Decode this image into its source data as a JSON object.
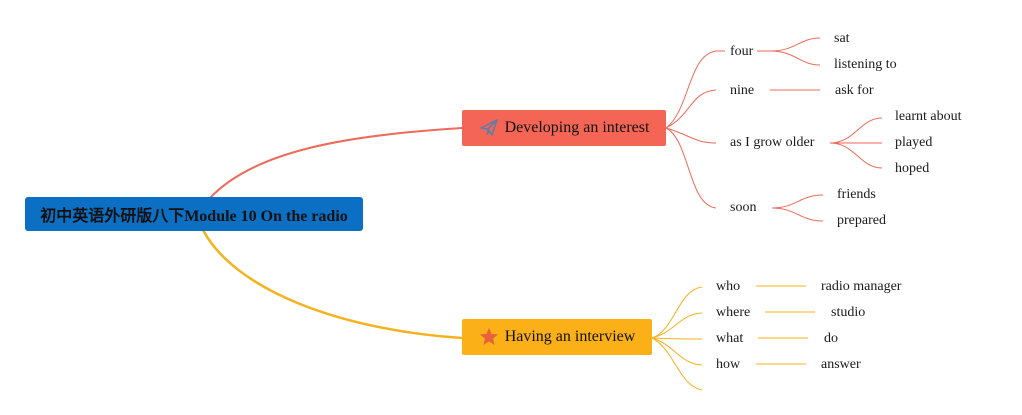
{
  "root": {
    "title": "初中英语外研版八下Module 10 On the radio"
  },
  "colors": {
    "root": "#0b6fc4",
    "branch1": "#f46555",
    "branch2": "#fcb017",
    "line1": "#ee6a5a",
    "line2": "#f5b21c"
  },
  "branch1": {
    "label": "Developing an interest",
    "icon": "paper-plane-icon",
    "children": [
      {
        "label": "four",
        "children": [
          "sat",
          "listening to"
        ]
      },
      {
        "label": "nine",
        "children": [
          "ask for"
        ]
      },
      {
        "label": "as I grow older",
        "children": [
          "learnt about",
          "played",
          "hoped"
        ]
      },
      {
        "label": "soon",
        "children": [
          "friends",
          "prepared"
        ]
      }
    ]
  },
  "branch2": {
    "label": "Having an interview",
    "icon": "star-icon",
    "children": [
      {
        "label": "who",
        "children": [
          "radio manager"
        ]
      },
      {
        "label": "where",
        "children": [
          "studio"
        ]
      },
      {
        "label": "what",
        "children": [
          "do"
        ]
      },
      {
        "label": "how",
        "children": [
          "answer"
        ]
      }
    ]
  }
}
